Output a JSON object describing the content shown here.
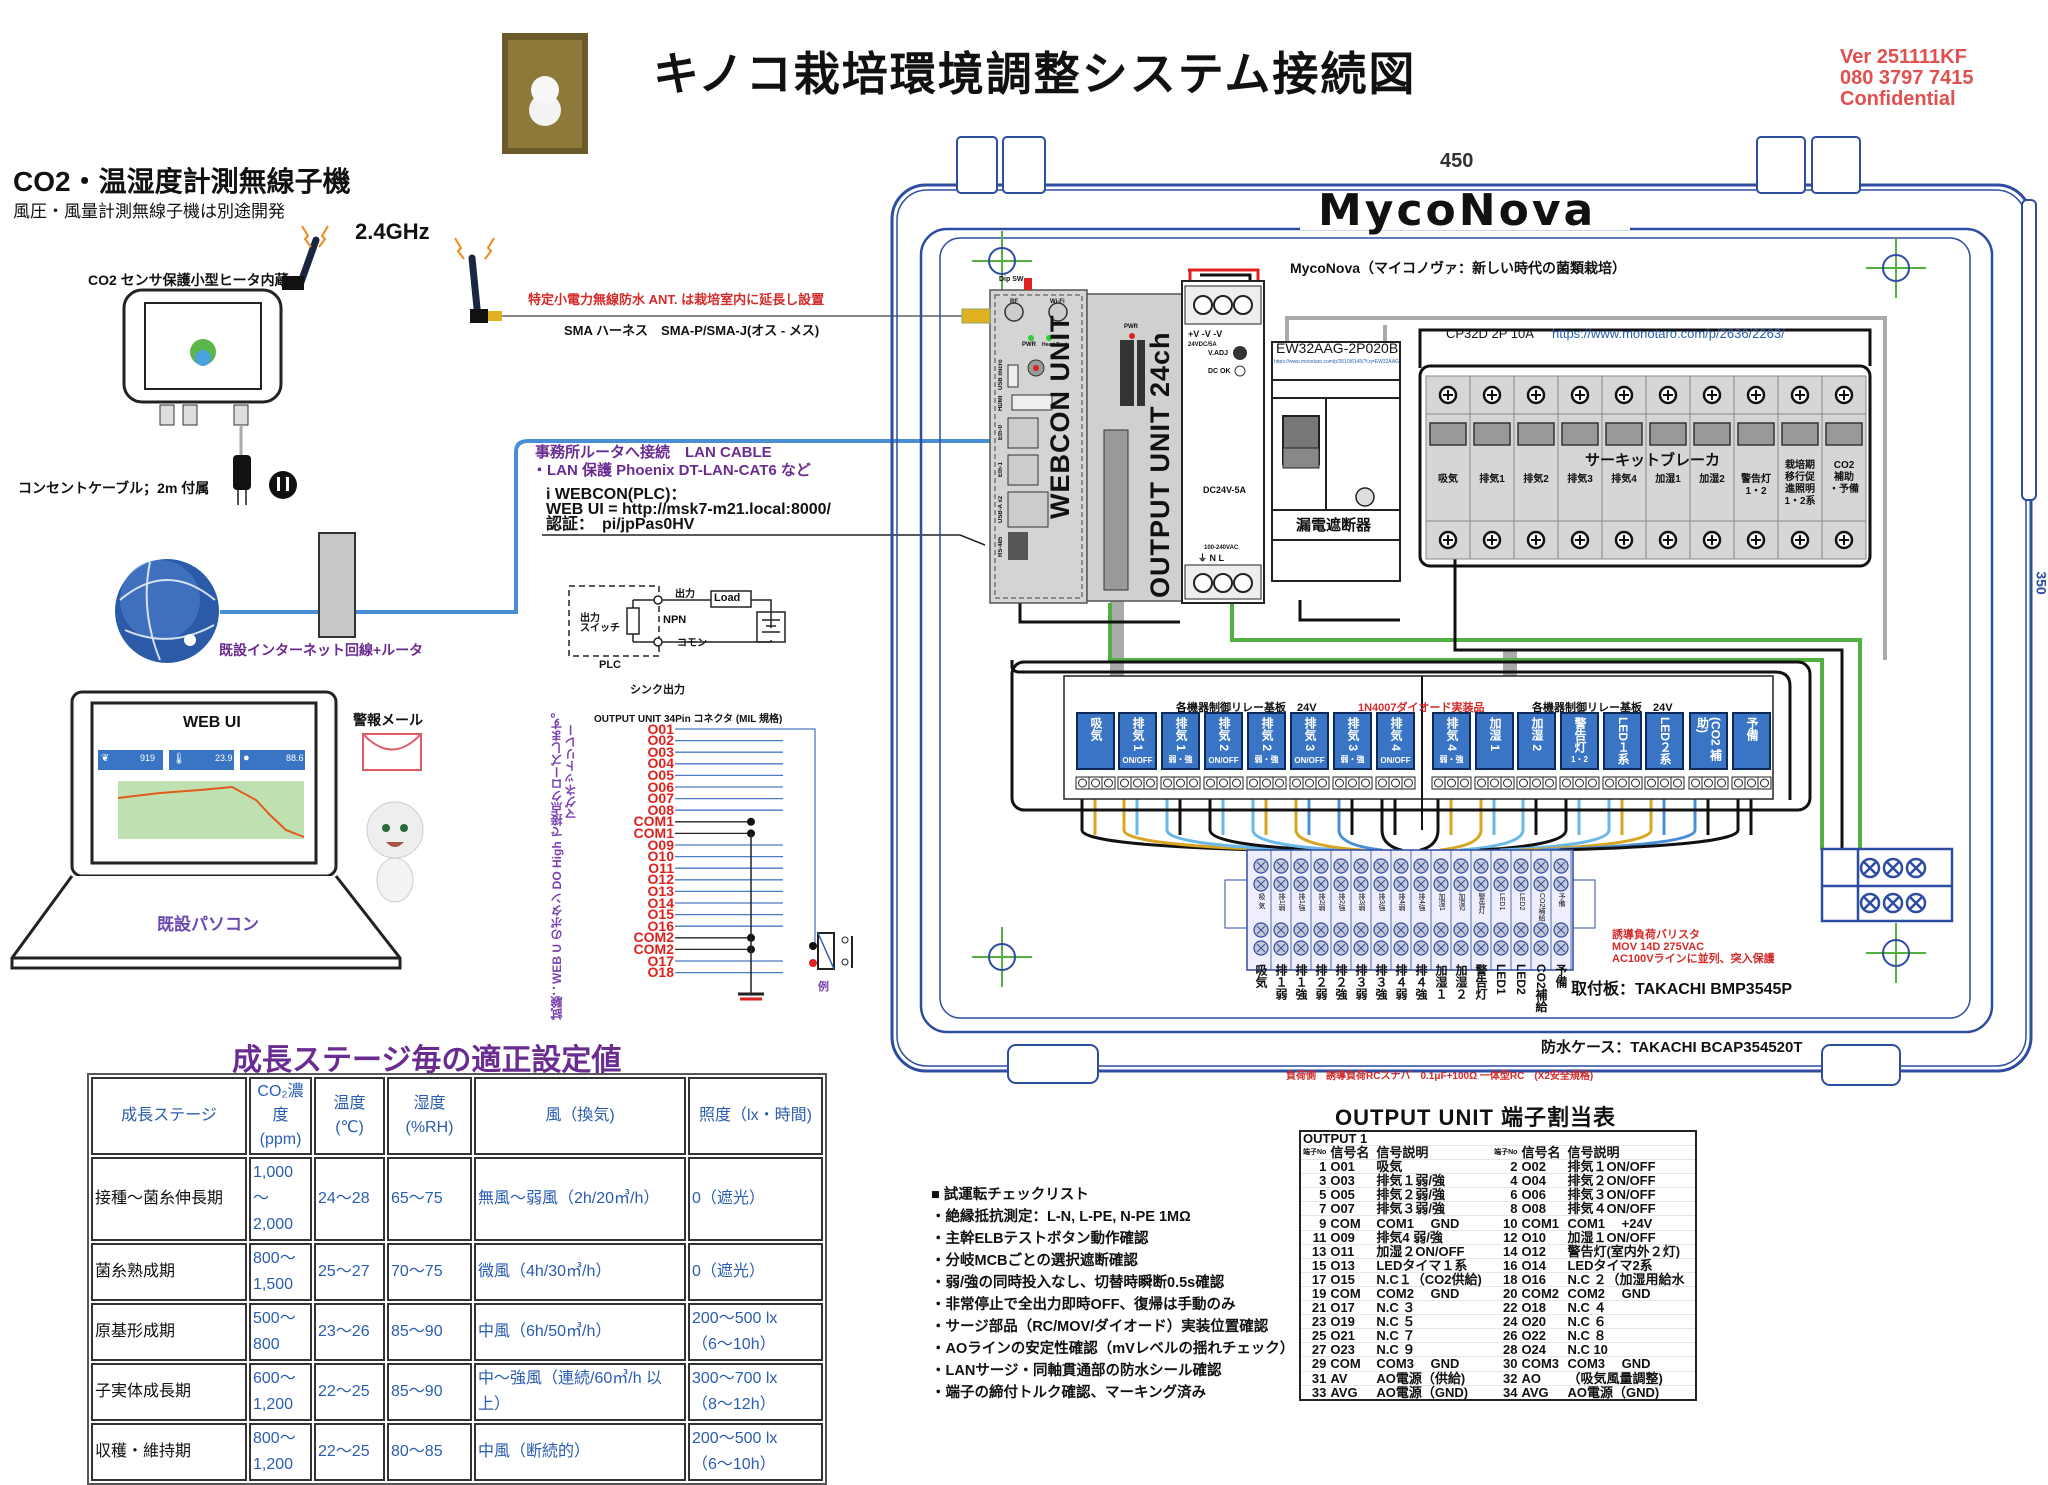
{
  "header": {
    "title": "キノコ栽培環境調整システム接続図",
    "version": "Ver 251111KF",
    "phone": "080 3797 7415",
    "confidential": "Confidential"
  },
  "sensor": {
    "title": "CO2・温湿度計測無線子機",
    "subtitle": "風圧・風量計測無線子機は別途開発",
    "heater_note": "CO2 センサ保護小型ヒータ内蔵",
    "frequency": "2.4GHz",
    "cable_note": "コンセントケーブル；2m 付属"
  },
  "antenna": {
    "note": "特定小電力無線防水 ANT. は栽培室内に延長し設置",
    "harness": "SMA ハーネス　SMA-P/SMA-J(オス - メス)"
  },
  "network": {
    "router_label": "既設インターネット回線+ルータ",
    "lan_line1": "事務所ルータへ接続　LAN CABLE",
    "lan_line2": "・LAN 保護 Phoenix DT-LAN-CAT6 など",
    "webcon_line1": "i WEBCON(PLC)：",
    "webcon_line2": "WEB UI = http://msk7-m21.local:8000/",
    "webcon_line3": "認証：　pi/jpPas0HV"
  },
  "pc": {
    "screen_title": "WEB UI",
    "cards": [
      {
        "value": "919",
        "icon": "leaf-icon"
      },
      {
        "value": "23.9",
        "icon": "thermometer-icon"
      },
      {
        "value": "88.6",
        "icon": "droplet-icon"
      }
    ],
    "label": "既設パソコン",
    "alert_mail": "警報メール"
  },
  "plc_diagram": {
    "output": "出力",
    "load": "Load",
    "switch1": "出力",
    "switch2": "スイッチ",
    "npn": "NPN",
    "common": "コモン",
    "plc": "PLC",
    "caption": "シンク出力"
  },
  "connector": {
    "title": "OUTPUT UNIT 34Pin コネクタ (MIL 規格)",
    "pins": [
      "O01",
      "O02",
      "O03",
      "O04",
      "O05",
      "O06",
      "O07",
      "O08",
      "COM1",
      "COM1",
      "O09",
      "O10",
      "O11",
      "O12",
      "O13",
      "O14",
      "O15",
      "O16",
      "COM2",
      "COM2",
      "O17",
      "O18"
    ],
    "note1": "マグネットリレー",
    "note2": "試験：WEB U のボタン DO High で接点クローズします。",
    "example": "例"
  },
  "growth_table": {
    "title": "成長ステージ毎の適正設定値",
    "headers": [
      "成長ステージ",
      "CO₂濃\n度\n(ppm)",
      "温度\n(℃)",
      "湿度\n(%RH)",
      "風（換気)",
      "照度（lx・時間)"
    ],
    "rows": [
      [
        "接種～菌糸伸長期",
        "1,000～\n2,000",
        "24～28",
        "65～75",
        "無風～弱風（2h/20㎥/h）",
        "0（遮光）"
      ],
      [
        "菌糸熟成期",
        "800～\n1,500",
        "25～27",
        "70～75",
        "微風（4h/30㎥/h）",
        "0（遮光）"
      ],
      [
        "原基形成期",
        "500～\n800",
        "23～26",
        "85～90",
        "中風（6h/50㎥/h）",
        "200～500 lx\n（6～10h）"
      ],
      [
        "子実体成長期",
        "600～\n1,200",
        "22～25",
        "85～90",
        "中～強風（連続/60㎥/h 以\n上）",
        "300～700 lx\n（8～12h）"
      ],
      [
        "収穫・維持期",
        "800～\n1,200",
        "22～25",
        "80～85",
        "中風（断続的）",
        "200～500 lx\n（6～10h）"
      ]
    ]
  },
  "checklist": {
    "title": "■ 試運転チェックリスト",
    "items": [
      "・絶縁抵抗測定：L-N, L-PE, N-PE 1MΩ",
      "・主幹ELBテストボタン動作確認",
      "・分岐MCBごとの選択遮断確認",
      "・弱/強の同時投入なし、切替時瞬断0.5s確認",
      "・非常停止で全出力即時OFF、復帰は手動のみ",
      "・サージ部品（RC/MOV/ダイオード）実装位置確認",
      "・AOラインの安定性確認（mVレベルの揺れチェック）",
      "・LANサージ・同軸貫通部の防水シール確認",
      "・端子の締付トルク確認、マーキング済み"
    ]
  },
  "terminal_table": {
    "title": "OUTPUT UNIT 端子割当表",
    "group": "OUTPUT 1",
    "headers": [
      "端子No",
      "信号名",
      "信号説明",
      "端子No",
      "信号名",
      "信号説明"
    ],
    "rows": [
      [
        "1",
        "O01",
        "吸気",
        "2",
        "O02",
        "排気１ON/OFF"
      ],
      [
        "3",
        "O03",
        "排気１弱/強",
        "4",
        "O04",
        "排気２ON/OFF"
      ],
      [
        "5",
        "O05",
        "排気２弱/強",
        "6",
        "O06",
        "排気３ON/OFF"
      ],
      [
        "7",
        "O07",
        "排気３弱/強",
        "8",
        "O08",
        "排気４ON/OFF"
      ],
      [
        "9",
        "COM",
        "COM1　 GND",
        "10",
        "COM1",
        "COM1　 +24V"
      ],
      [
        "11",
        "O09",
        "排気4 弱/強",
        "12",
        "O10",
        "加湿１ON/OFF"
      ],
      [
        "13",
        "O11",
        "加湿２ON/OFF",
        "14",
        "O12",
        "警告灯(室内外２灯)"
      ],
      [
        "15",
        "O13",
        "LEDタイマ１系",
        "16",
        "O14",
        "LEDタイマ2系"
      ],
      [
        "17",
        "O15",
        "N.C１（CO2供給)",
        "18",
        "O16",
        "N.C ２（加湿用給水"
      ],
      [
        "19",
        "COM",
        "COM2　 GND",
        "20",
        "COM2",
        "COM2　 GND"
      ],
      [
        "21",
        "O17",
        "N.C ３",
        "22",
        "O18",
        "N.C ４"
      ],
      [
        "23",
        "O19",
        "N.C ５",
        "24",
        "O20",
        "N.C ６"
      ],
      [
        "25",
        "O21",
        "N.C ７",
        "26",
        "O22",
        "N.C ８"
      ],
      [
        "27",
        "O23",
        "N.C ９",
        "28",
        "O24",
        "N.C 10"
      ],
      [
        "29",
        "COM",
        "COM3　 GND",
        "30",
        "COM3",
        "COM3　 GND"
      ],
      [
        "31",
        "AV",
        "AO電源（供給)",
        "32",
        "AO",
        "（吸気風量調整)"
      ],
      [
        "33",
        "AVG",
        "AO電源（GND)",
        "34",
        "AVG",
        "AO電源（GND)"
      ]
    ]
  },
  "enclosure": {
    "width_label": "450",
    "height_label": "350",
    "brand": "MycoNova",
    "tagline": "MycoNova（マイコノヴァ：新しい時代の菌類栽培）",
    "case": "防水ケース：TAKACHI BCAP354520T",
    "plate": "取付板：TAKACHI BMP3545P",
    "snubber": "負荷側　誘導負荷RCスナバ　0.1μF+100Ω 一体型RC　(X2安全規格)",
    "varistor": [
      "誘導負荷バリスタ",
      "MOV 14D 275VAC",
      "AC100Vラインに並列、突入保護"
    ]
  },
  "webcon": {
    "label": "WEBCON UNIT",
    "dip": "Dip SW",
    "rf": "RF",
    "wifi": "Wi-Fi",
    "pwr": "PWR",
    "heartbeat": "Heart Beat",
    "usb_micro": "USB micro",
    "hdmi": "HDMI",
    "eth0": "Eth-0",
    "eth1": "Eth-1",
    "usba": "USB-A x2",
    "rs485": "RS-485"
  },
  "output_unit": {
    "label": "OUTPUT UNIT 24ch",
    "pwr": "PWR"
  },
  "psu": {
    "top": "+V  -V  -V",
    "rating": "24VDC/5A",
    "vadj": "V.ADJ",
    "dcok": "DC OK",
    "model": "DC24V-5A",
    "input": "100-240VAC",
    "inputs": "⏚  N  L"
  },
  "elb": {
    "model": "EW32AAG-2P020B",
    "url": "https://www.monotaro.com/p/3510/6145/?t.q=EW32AAG",
    "label": "漏電遮断器"
  },
  "breakers": {
    "model": "CP32D 2P 10A",
    "url": "https://www.monotaro.com/p/2636/2263/",
    "title": "サーキットブレーカ",
    "labels": [
      "吸気",
      "排気1",
      "排気2",
      "排気3",
      "排気4",
      "加湿1",
      "加湿2",
      "警告灯\n1・2",
      "栽培期\n移行促\n進照明\n1・2系",
      "CO2\n補助\n・予備"
    ]
  },
  "relays": {
    "board_label": "各機器制御リレー基板　24V",
    "diode": "1N4007ダイオード実装品",
    "items": [
      [
        "吸気",
        ""
      ],
      [
        "排気 1",
        "ON/OFF"
      ],
      [
        "排気 1",
        "弱・強"
      ],
      [
        "排気 2",
        "ON/OFF"
      ],
      [
        "排気 2",
        "弱・強"
      ],
      [
        "排気 3",
        "ON/OFF"
      ],
      [
        "排気 3",
        "弱・強"
      ],
      [
        "排気 4",
        "ON/OFF"
      ],
      [
        "排気 4",
        "弱・強"
      ],
      [
        "加湿 1",
        ""
      ],
      [
        "加湿 2",
        ""
      ],
      [
        "警告灯",
        "1・2"
      ],
      [
        "LED１系",
        ""
      ],
      [
        "LED２系",
        ""
      ],
      [
        "(CO2 補助)",
        ""
      ],
      [
        "予備",
        ""
      ]
    ]
  },
  "terminals": {
    "top_labels": [
      "吸 気",
      "排1弱",
      "排1強",
      "排2弱",
      "排2強",
      "排3弱",
      "排3強",
      "排4弱",
      "排4強",
      "加湿1",
      "加湿2",
      "警告灯",
      "LED1",
      "LED2",
      "CO2補給",
      "予備"
    ],
    "labels": [
      "吸気",
      "排１弱",
      "排１強",
      "排２弱",
      "排２強",
      "排３弱",
      "排３強",
      "排４弱",
      "排４強",
      "加湿１",
      "加湿２",
      "警告灯",
      "LED1",
      "LED2",
      "CO2補給",
      "予備"
    ]
  },
  "colors": {
    "case_blue": "#2d4da0",
    "relay_blue": "#3a74c4",
    "title_purple": "#6a2c91",
    "warn_red": "#d42b2b",
    "lan_blue": "#4a8fd6",
    "ground_green": "#52b043"
  }
}
